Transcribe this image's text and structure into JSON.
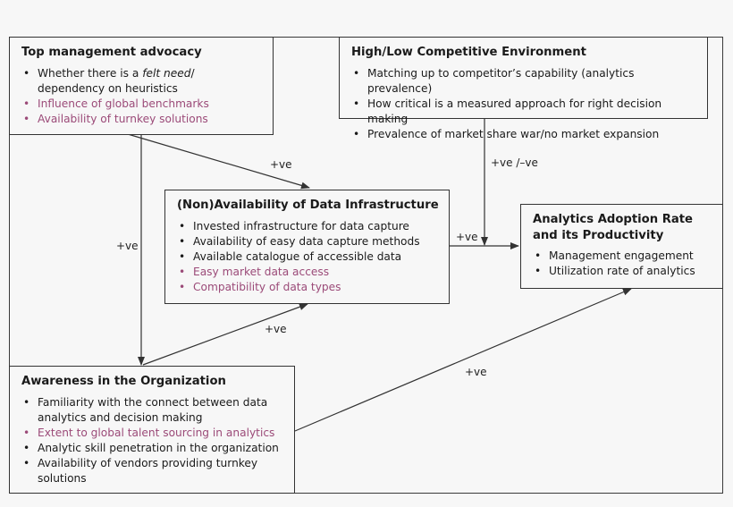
{
  "boxes": {
    "top_management": {
      "title": "Top management advocacy",
      "items": [
        {
          "pre": "Whether there is a ",
          "em": "felt need",
          "post": "/ dependency on heuristics",
          "highlight": false
        },
        {
          "text": "Influence of global benchmarks",
          "highlight": true
        },
        {
          "text": "Availability of turnkey solutions",
          "highlight": true
        }
      ]
    },
    "competitive": {
      "title": "High/Low Competitive Environment",
      "items": [
        {
          "text": "Matching up to competitor’s capability (analytics prevalence)",
          "highlight": false
        },
        {
          "text": "How critical is a measured approach for right decision making",
          "highlight": false
        },
        {
          "text": "Prevalence of market share war/no market expansion",
          "highlight": false
        }
      ]
    },
    "data_infrastructure": {
      "title": "(Non)Availability of Data Infrastructure",
      "items": [
        {
          "text": "Invested infrastructure for data capture",
          "highlight": false
        },
        {
          "text": "Availability of easy data capture methods",
          "highlight": false
        },
        {
          "text": "Available catalogue of accessible data",
          "highlight": false
        },
        {
          "text": "Easy market data access",
          "highlight": true
        },
        {
          "text": "Compatibility of data types",
          "highlight": true
        }
      ]
    },
    "adoption": {
      "title_line1": "Analytics Adoption Rate",
      "title_line2": "and its Productivity",
      "items": [
        {
          "text": "Management engagement",
          "highlight": false
        },
        {
          "text": "Utilization rate of analytics",
          "highlight": false
        }
      ]
    },
    "awareness": {
      "title": "Awareness in the Organization",
      "items": [
        {
          "text": "Familiarity with the connect between data analytics and decision making",
          "highlight": false
        },
        {
          "text": "Extent to global talent sourcing in analytics",
          "highlight": true
        },
        {
          "text": "Analytic skill penetration in the organization",
          "highlight": false
        },
        {
          "text": "Availability of vendors providing turnkey solutions",
          "highlight": false
        }
      ]
    }
  },
  "edges": {
    "top_to_infra": "+ve",
    "top_to_awareness": "+ve",
    "competitive_to_adoption": "+ve /–ve",
    "infra_to_adoption": "+ve",
    "awareness_to_infra": "+ve",
    "awareness_to_adoption": "+ve"
  },
  "colors": {
    "highlight": "#9b4a78",
    "text": "#1a1a1a",
    "line": "#333333"
  }
}
